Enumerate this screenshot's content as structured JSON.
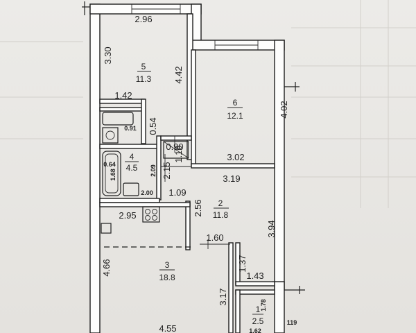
{
  "rooms": [
    {
      "id": "5",
      "area": "11.3"
    },
    {
      "id": "6",
      "area": "12.1"
    },
    {
      "id": "4",
      "area": "4.5"
    },
    {
      "id": "2",
      "area": "11.8"
    },
    {
      "id": "3",
      "area": "18.8"
    },
    {
      "id": "1",
      "area": "2.5"
    }
  ],
  "dimensions": {
    "room5_top": "2.96",
    "room5_left": "3.30",
    "room5_right": "4.42",
    "closet_top": "1.42",
    "small_054": "0.54",
    "small_091": "0.91",
    "small_090": "0.90",
    "small_116": "1.16",
    "room6_right": "4.02",
    "room6_bottom": "3.02",
    "room2_top": "3.19",
    "bath_064": "0.64",
    "bath_168": "1.68",
    "bath_209": "2.09",
    "bath_215": "2.15",
    "bath_200": "2.00",
    "hall_109": "1.09",
    "hall_256": "2.56",
    "room2_right": "3.94",
    "kitchen_top": "2.95",
    "hall_160": "1.60",
    "room3_left": "4.66",
    "room3_right": "3.17",
    "room3_bottom": "4.55",
    "hall_137": "1.37",
    "hall_143": "1.43",
    "room1_178": "1.78",
    "room1_119": "119",
    "room1_bottom": "1.62"
  }
}
